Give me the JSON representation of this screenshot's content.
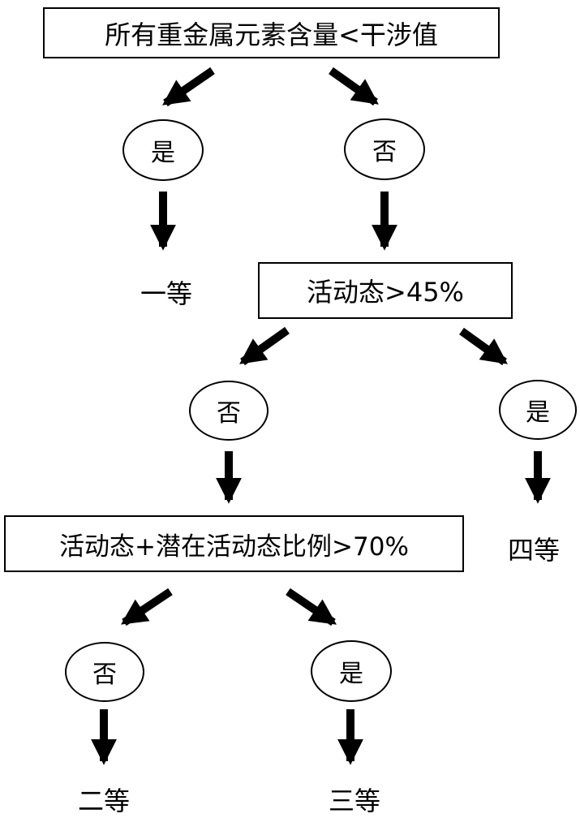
{
  "nodes": {
    "root_condition": "所有重金属元素含量<干涉值",
    "active_condition": "活动态>45%",
    "combined_condition": "活动态+潜在活动态比例>70%"
  },
  "branches": {
    "root_yes": "是",
    "root_no": "否",
    "active_no": "否",
    "active_yes": "是",
    "combined_no": "否",
    "combined_yes": "是"
  },
  "results": {
    "grade_1": "一等",
    "grade_4": "四等",
    "grade_2": "二等",
    "grade_3": "三等"
  },
  "colors": {
    "stroke": "#000000",
    "background": "#ffffff"
  }
}
